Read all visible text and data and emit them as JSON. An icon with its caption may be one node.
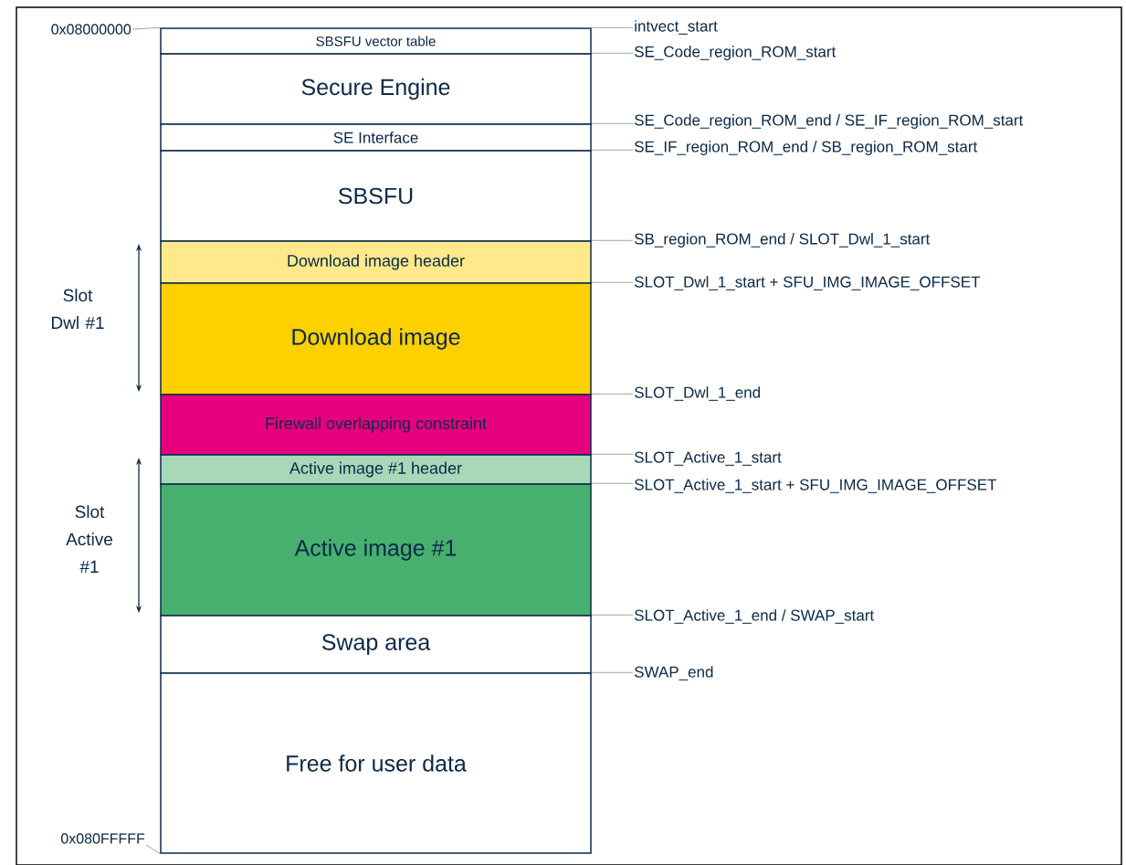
{
  "diagram": {
    "nodes": [
      {
        "text": [
          "SBSFU vector table"
        ]
      },
      {
        "text": [
          "Secure Engine"
        ]
      },
      {
        "text": [
          "SE Interface"
        ]
      },
      {
        "text": [
          "SBSFU"
        ]
      },
      {
        "text": [
          "Download image header"
        ]
      },
      {
        "text": [
          "Download image"
        ]
      },
      {
        "text": [
          "Firewall overlapping constraint"
        ]
      },
      {
        "text": [
          "Active image #1 header"
        ]
      },
      {
        "text": [
          "Active image #1"
        ]
      },
      {
        "text": [
          "Swap area"
        ]
      },
      {
        "text": [
          "Free for user data"
        ]
      },
      {
        "text": [
          "intvect_start"
        ]
      },
      {
        "text": [
          "SE_Code_region_ROM_start"
        ]
      },
      {
        "text": [
          "SE_Code_region_ROM_end / SE_IF_region_ROM_start"
        ]
      },
      {
        "text": [
          "SE_IF_region_ROM_end / SB_region_ROM_start"
        ]
      },
      {
        "text": [
          "SB_region_ROM_end / SLOT_Dwl_1_start"
        ]
      },
      {
        "text": [
          "SLOT_Dwl_1_start + SFU_IMG_IMAGE_OFFSET"
        ]
      },
      {
        "text": [
          "SLOT_Dwl_1_end"
        ]
      },
      {
        "text": [
          "SLOT_Active_1_start"
        ]
      },
      {
        "text": [
          "SLOT_Active_1_start + SFU_IMG_IMAGE_OFFSET"
        ]
      },
      {
        "text": [
          "SLOT_Active_1_end / SWAP_start"
        ]
      },
      {
        "text": [
          "SWAP_end"
        ]
      },
      {
        "text": [
          "0x08000000"
        ]
      },
      {
        "text": [
          "0x080FFFFF"
        ]
      }
    ],
    "edges": [
      {
        "from": 11,
        "to": 0,
        "arrow": "none"
      },
      {
        "from": 12,
        "to": 1,
        "arrow": "none"
      },
      {
        "from": 13,
        "to": 2,
        "arrow": "none"
      },
      {
        "from": 14,
        "to": 3,
        "arrow": "none"
      },
      {
        "from": 15,
        "to": 4,
        "arrow": "none"
      },
      {
        "from": 16,
        "to": 5,
        "arrow": "none"
      },
      {
        "from": 17,
        "to": 6,
        "arrow": "none"
      },
      {
        "from": 18,
        "to": 7,
        "arrow": "none"
      },
      {
        "from": 19,
        "to": 8,
        "arrow": "none"
      },
      {
        "from": 20,
        "to": 9,
        "arrow": "none"
      },
      {
        "from": 21,
        "to": 10,
        "arrow": "none"
      },
      {
        "from": 22,
        "to": 0,
        "arrow": "none"
      },
      {
        "from": 23,
        "to": 10,
        "arrow": "none"
      }
    ],
    "labels": [
      "Slot Dwl #1",
      "Slot Active #1"
    ]
  }
}
